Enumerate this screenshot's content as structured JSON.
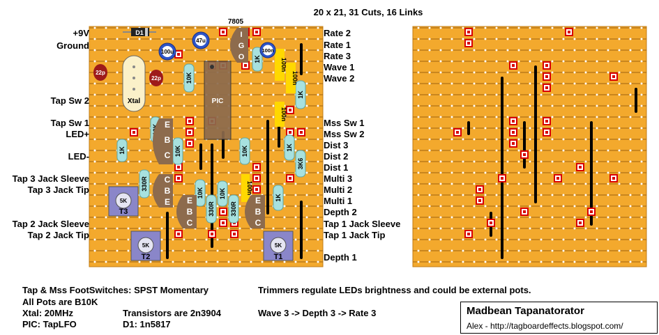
{
  "header": {
    "summary": "20 x 21, 31 Cuts, 16 Links"
  },
  "left_labels": [
    "+9V",
    "Ground",
    "Tap Sw 2",
    "Tap Sw 1",
    "LED+",
    "LED-",
    "Tap 3 Jack Sleeve",
    "Tap 3 Jack Tip",
    "Tap 2 Jack Sleeve",
    "Tap 2 Jack Tip"
  ],
  "right_labels": [
    "Rate 2",
    "Rate 1",
    "Rate 3",
    "Wave 1",
    "Wave 2",
    "Mss Sw 1",
    "Mss Sw 2",
    "Dist 3",
    "Dist 2",
    "Dist 1",
    "Multi 3",
    "Multi 2",
    "Multi 1",
    "Depth 2",
    "Tap 1 Jack Sleeve",
    "Tap 1 Jack Tip",
    "Depth 1"
  ],
  "components": {
    "regulator": "7805",
    "regulator_pins": [
      "I",
      "G",
      "O"
    ],
    "diode": "D1",
    "cap_100u": "100u",
    "cap_47u": "47u",
    "cap_100n": "100n",
    "cap_22p_a": "22p",
    "cap_22p_b": "22p",
    "crystal": "Xtal",
    "ic": "PIC",
    "res_10k": "10K",
    "res_1k": "1K",
    "res_330r": "330R",
    "res_3k6": "3K6",
    "transistor_pins": [
      "E",
      "B",
      "C"
    ],
    "trimmer_value": "5K",
    "trimmers": [
      "T3",
      "T2",
      "T1"
    ]
  },
  "notes": {
    "switches": "Tap & Mss FootSwitches: SPST Momentary",
    "pots": "All Pots are B10K",
    "xtal": "Xtal: 20MHz",
    "transistors": "Transistors are 2n3904",
    "pic": "PIC: TapLFO",
    "diode": "D1: 1n5817",
    "trimmers": "Trimmers regulate LEDs brightness and could be external pots.",
    "wave": "Wave 3 -> Depth 3 -> Rate 3"
  },
  "title": {
    "name": "Madbean Tapanatorator",
    "credit": "Alex - http://tagboardeffects.blogspot.com/"
  },
  "colors": {
    "board": "#f3a92d",
    "strip": "#c27c16",
    "cut": "#d80000",
    "link": "#000000",
    "resistor": "#a7e1df",
    "trimmer": "#8a86c9",
    "film_cap": "#ffd800",
    "transistor": "#8d6b4d"
  }
}
